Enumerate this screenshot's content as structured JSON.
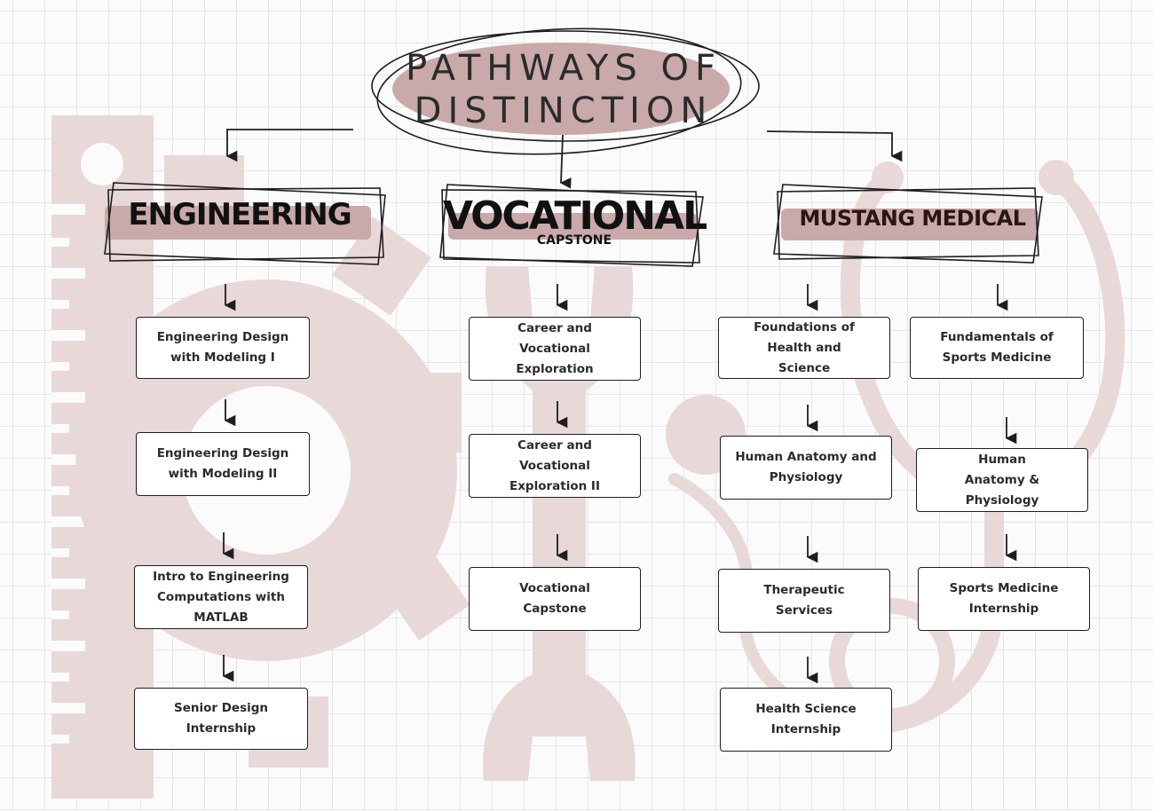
{
  "title": {
    "line1": "PATHWAYS OF",
    "line2": "DISTINCTION"
  },
  "pathways": {
    "engineering": {
      "heading": "ENGINEERING",
      "steps": [
        "Engineering Design with Modeling I",
        "Engineering Design with Modeling II",
        "Intro to Engineering Computations with MATLAB",
        "Senior Design Internship"
      ]
    },
    "vocational": {
      "heading": "VOCATIONAL",
      "subheading": "CAPSTONE",
      "steps": [
        "Career and Vocational Exploration",
        "Career and Vocational Exploration II",
        "Vocational Capstone"
      ]
    },
    "medical": {
      "heading": "MUSTANG MEDICAL",
      "health_steps": [
        "Foundations of Health and Science",
        "Human Anatomy and Physiology",
        "Therapeutic Services",
        "Health Science Internship"
      ],
      "sports_steps": [
        "Fundamentals of Sports Medicine",
        "Human Anatomy & Physiology",
        "Sports Medicine Internship"
      ]
    }
  },
  "colors": {
    "watermark": "#e8d8d8",
    "highlight": "#c9a9a9",
    "ink": "#1e1e1e"
  },
  "icons": [
    "ruler-icon",
    "gear-icon",
    "wrench-icon",
    "stethoscope-icon"
  ]
}
